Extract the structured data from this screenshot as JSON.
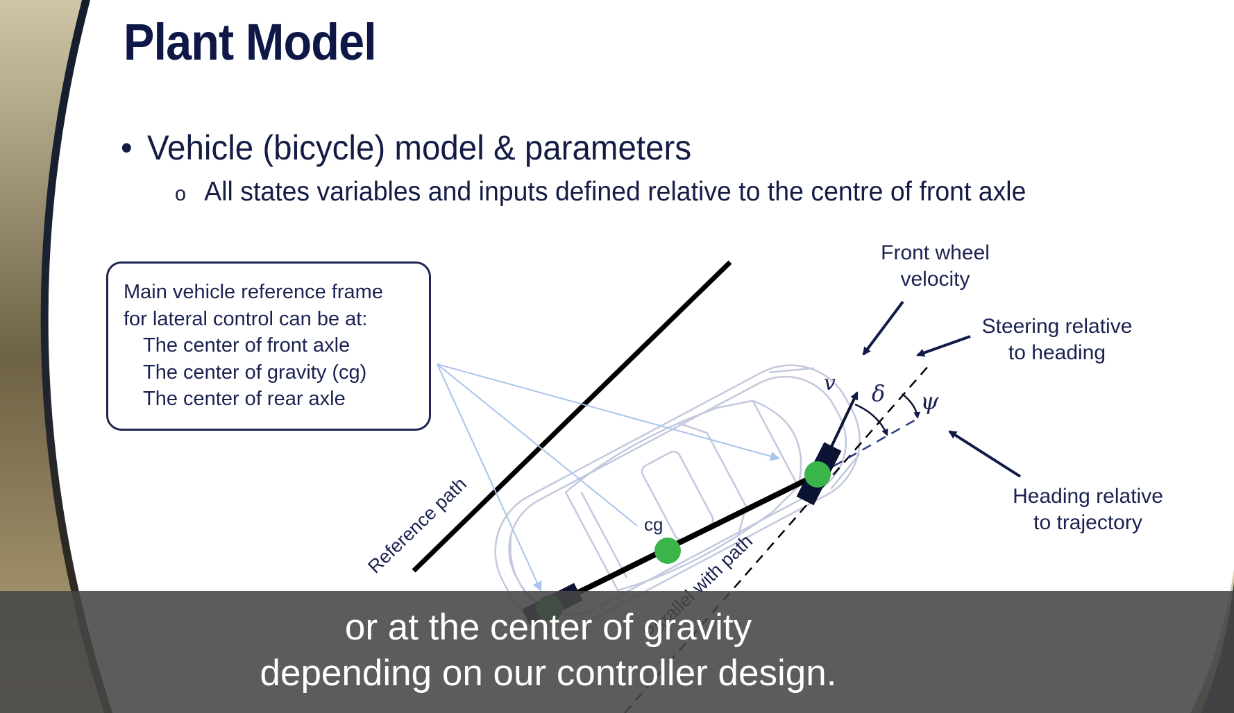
{
  "slide": {
    "title": "Plant Model",
    "bullet": "Vehicle (bicycle) model & parameters",
    "sub_bullet": "All states variables and inputs defined relative to the centre of front axle",
    "reference_frame_box": {
      "line1": "Main vehicle reference frame",
      "line2": "for lateral control can be at:",
      "option1": "The center of front axle",
      "option2": "The center of gravity (cg)",
      "option3": "The center of rear axle"
    },
    "labels": {
      "front_wheel_velocity_1": "Front wheel",
      "front_wheel_velocity_2": "velocity",
      "steering_1": "Steering relative",
      "steering_2": "to heading",
      "heading_1": "Heading relative",
      "heading_2": "to trajectory",
      "reference_path": "Reference path",
      "parallel_path": "Parallel with path",
      "cg": "cg",
      "v": "v",
      "delta": "δ",
      "psi": "ψ"
    }
  },
  "subtitle": {
    "line1": "or at the center of gravity",
    "line2": "depending on our controller design."
  },
  "colors": {
    "title": "#0f1747",
    "text": "#141c44",
    "point_green": "#3ab54a",
    "pointer_blue": "#a9c3ea",
    "caption_bar": "#464646"
  },
  "icons": {
    "bullet": "filled-circle",
    "sub_bullet": "hollow-circle"
  }
}
